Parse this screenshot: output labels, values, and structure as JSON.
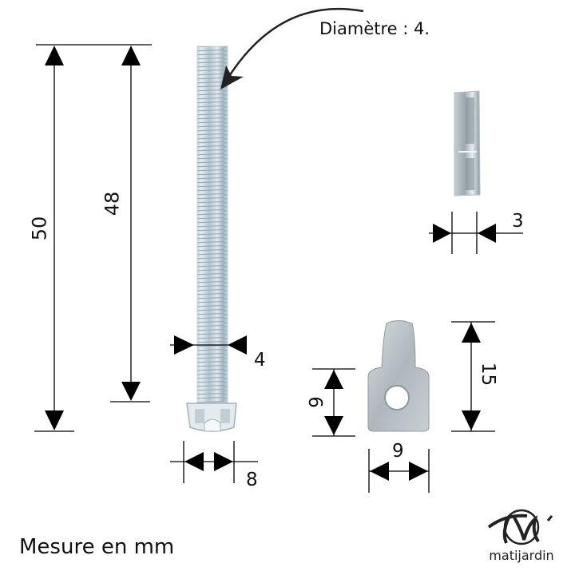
{
  "annotation": {
    "diameter_label": "Diamètre : 4."
  },
  "dimensions": {
    "screw_total_length": "50",
    "screw_thread_length": "48",
    "screw_diameter": "4",
    "screw_head_width": "8",
    "clip_thickness": "3",
    "tab_lower_height": "9",
    "tab_total_height": "15",
    "tab_width": "9"
  },
  "footer": {
    "unit_note": "Mesure en mm"
  },
  "logo": {
    "brand": "matijardin"
  },
  "colors": {
    "line": "#000000",
    "metal_light": "#dfe6ea",
    "metal_mid": "#b9c4cb",
    "metal_dark": "#8e9aa3"
  }
}
